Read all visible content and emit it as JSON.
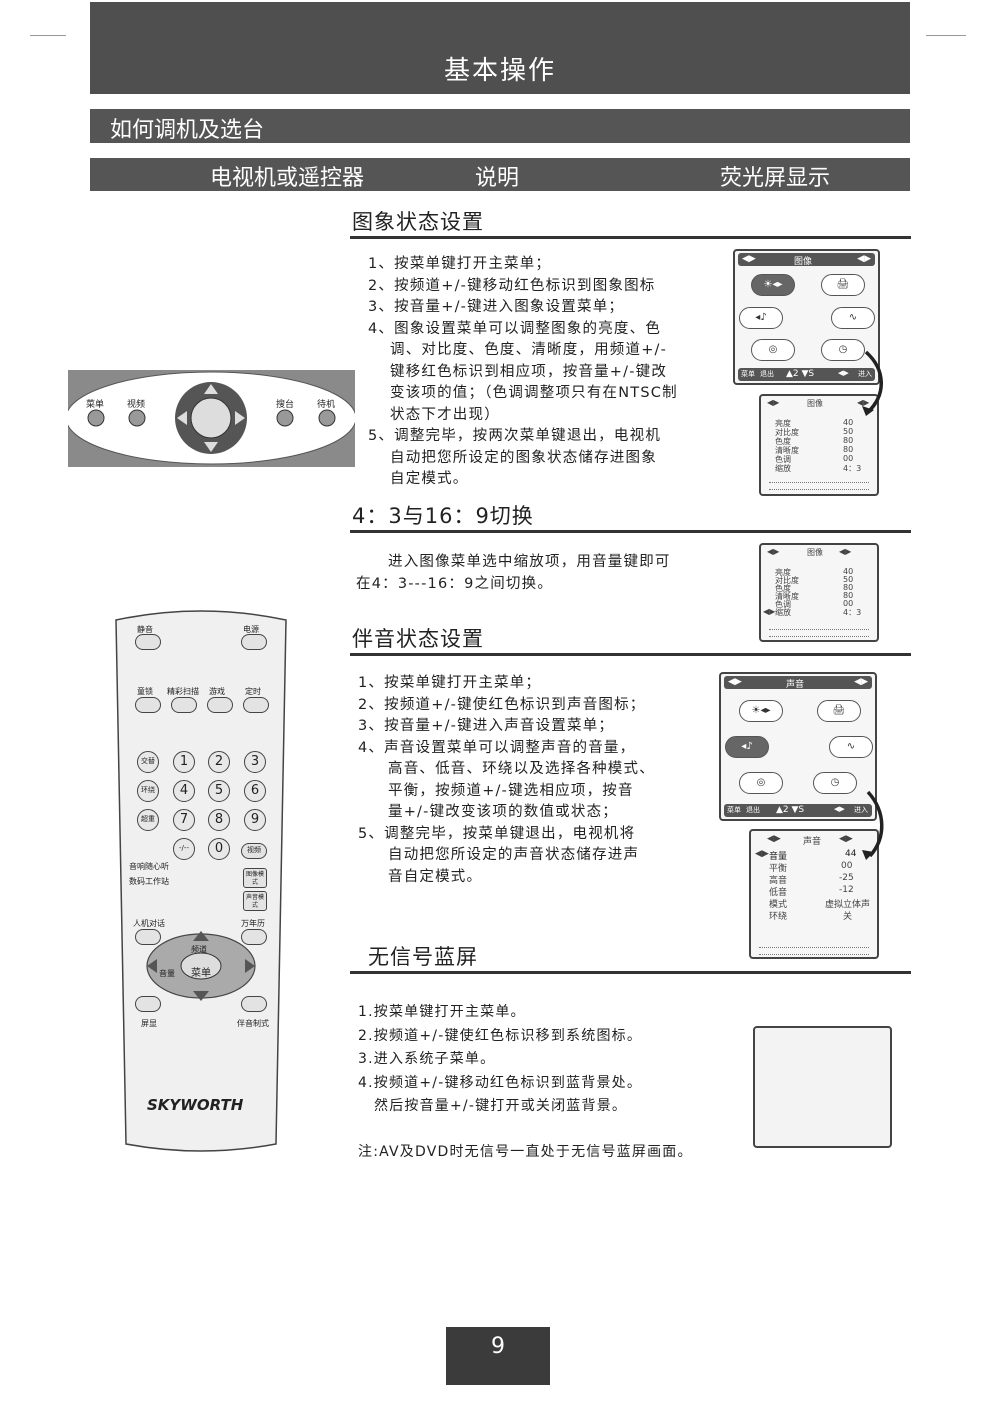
{
  "header": {
    "title": "基本操作"
  },
  "subheader": {
    "title": "如何调机及选台"
  },
  "columns": {
    "col1": "电视机或遥控器",
    "col2": "说明",
    "col3": "荧光屏显示"
  },
  "picture": {
    "title": "图象状态设置",
    "steps": [
      "1、按菜单键打开主菜单；",
      "2、按频道+/-键移动红色标识到图象图标",
      "3、按音量+/-键进入图象设置菜单；",
      "4、图象设置菜单可以调整图象的亮度、色",
      "调、对比度、色度、清晰度，用频道+/-",
      "键移红色标识到相应项，按音量+/-键改",
      "变该项的值；（色调调整项只有在NTSC制",
      "状态下才出现）",
      "5、调整完毕，按两次菜单键退出，电视机",
      "自动把您所设定的图象状态储存进图象",
      "自定模式。"
    ],
    "osd_menu": {
      "title": "图像",
      "exit": "退出",
      "enter": "进入",
      "menu_key": "菜单"
    },
    "osd_list": {
      "title": "图像",
      "rows": [
        {
          "label": "亮度",
          "value": "40"
        },
        {
          "label": "对比度",
          "value": "50"
        },
        {
          "label": "色度",
          "value": "80"
        },
        {
          "label": "清晰度",
          "value": "80"
        },
        {
          "label": "色调",
          "value": "00"
        },
        {
          "label": "缩放",
          "value": "4：3"
        }
      ]
    }
  },
  "aspect": {
    "title": "4：3与16：9切换",
    "text1": "进入图像菜单选中缩放项，用音量键即可",
    "text2": "在4：3---16：9之间切换。",
    "osd_list": {
      "title": "图像",
      "rows": [
        {
          "label": "亮度",
          "value": "40"
        },
        {
          "label": "对比度",
          "value": "50"
        },
        {
          "label": "色度",
          "value": "80"
        },
        {
          "label": "清晰度",
          "value": "80"
        },
        {
          "label": "色调",
          "value": "00"
        },
        {
          "label": "缩放",
          "value": "4：3"
        }
      ]
    }
  },
  "sound": {
    "title": "伴音状态设置",
    "steps": [
      "1、按菜单键打开主菜单；",
      "2、按频道+/-键使红色标识到声音图标；",
      "3、按音量+/-键进入声音设置菜单；",
      "4、声音设置菜单可以调整声音的音量，",
      "高音、低音、环绕以及选择各种模式、",
      "平衡，按频道+/-键选相应项，按音",
      "量+/-键改变该项的数值或状态；",
      "5、调整完毕，按菜单键退出，电视机将",
      "自动把您所设定的声音状态储存进声",
      "音自定模式。"
    ],
    "osd_menu": {
      "title": "声音",
      "exit": "退出",
      "enter": "进入",
      "menu_key": "菜单"
    },
    "osd_list": {
      "title": "声音",
      "rows": [
        {
          "label": "音量",
          "value": "44"
        },
        {
          "label": "平衡",
          "value": "00"
        },
        {
          "label": "高音",
          "value": "-25"
        },
        {
          "label": "低音",
          "value": "-12"
        },
        {
          "label": "模式",
          "value": "虚拟立体声"
        },
        {
          "label": "环绕",
          "value": "关"
        }
      ]
    }
  },
  "blue": {
    "title": "无信号蓝屏",
    "steps": [
      "1.按菜单键打开主菜单。",
      "2.按频道+/-键使红色标识移到系统图标。",
      "3.进入系统子菜单。",
      "4.按频道+/-键移动红色标识到蓝背景处。",
      "然后按音量+/-键打开或关闭蓝背景。"
    ],
    "note": "注:AV及DVD时无信号一直处于无信号蓝屏画面。"
  },
  "panel": {
    "menu": "菜单",
    "av": "视频",
    "search": "搜台",
    "standby": "待机"
  },
  "remote": {
    "mute": "静音",
    "power": "电源",
    "child_lock": "童锁",
    "scan": "精彩扫描",
    "game": "游戏",
    "timer": "定时",
    "swap": "交替",
    "surround": "环绕",
    "super_bass": "超重",
    "dash": "-/--",
    "av": "视频",
    "sound_listen": "音响随心听",
    "digital_studio": "数码工作站",
    "picture_mode": "图像模式",
    "sound_mode": "声音模式",
    "dialog": "人机对话",
    "calendar": "万年历",
    "channel": "频道",
    "volume": "音量",
    "menu": "菜单",
    "display": "屏显",
    "sound_system": "伴音制式",
    "digits": [
      "1",
      "2",
      "3",
      "4",
      "5",
      "6",
      "7",
      "8",
      "9",
      "0"
    ],
    "brand": "SKYWORTH"
  },
  "page": {
    "number": "9"
  }
}
